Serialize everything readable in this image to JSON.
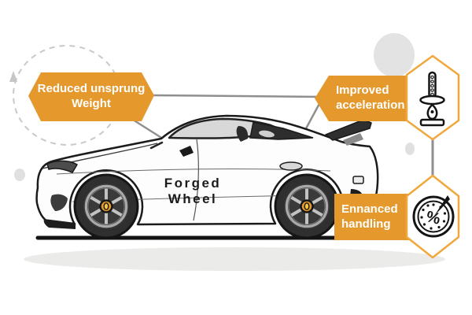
{
  "title": "Forged wheel benefits infographic",
  "colors": {
    "accent_orange": "#E5992D",
    "hexagon_border": "#F0A83C",
    "connector_grey": "#8F8F8F",
    "icon_black": "#141414"
  },
  "banners": {
    "unsprung": {
      "line1": "Reduced unsprung",
      "line2": "Weight"
    },
    "acceleration": {
      "line1": "Improved",
      "line2": "acceleration"
    },
    "handling": {
      "line1": "Ennanced",
      "line2": "handling"
    }
  },
  "car_label": {
    "line1": "Forged",
    "line2": "Wheel"
  },
  "icons": {
    "hex_top": "sword-icon",
    "hex_bottom": "speedometer-percent-icon",
    "percent_glyph": "%"
  }
}
